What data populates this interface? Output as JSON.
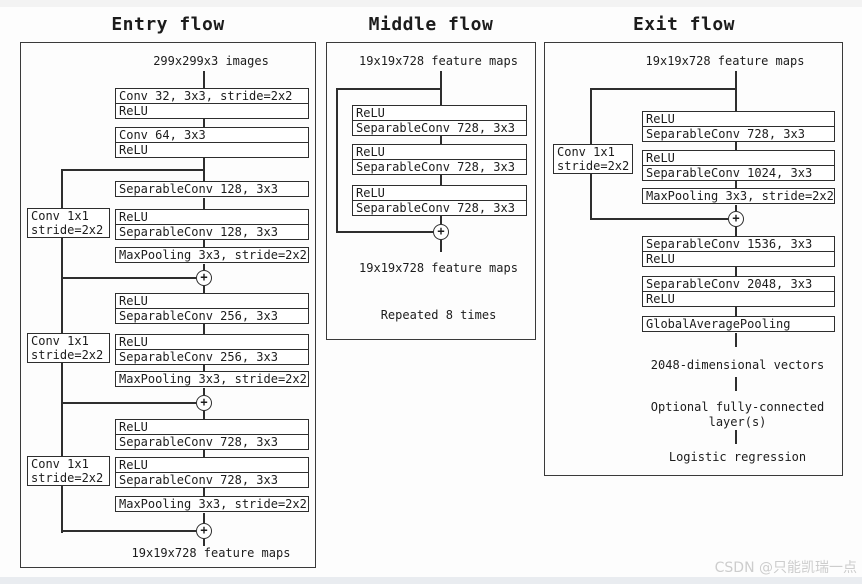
{
  "symbols": {
    "plus": "+"
  },
  "watermark": "CSDN @只能凯瑞一点",
  "entry": {
    "title": "Entry flow",
    "input_label": "299x299x3 images",
    "output_label": "19x19x728 feature maps",
    "boxes": [
      {
        "rows": [
          "Conv 32, 3x3, stride=2x2",
          "ReLU"
        ]
      },
      {
        "rows": [
          "Conv 64, 3x3",
          "ReLU"
        ]
      },
      {
        "rows": [
          "SeparableConv 128, 3x3"
        ]
      },
      {
        "rows": [
          "ReLU",
          "SeparableConv 128, 3x3"
        ]
      },
      {
        "rows": [
          "MaxPooling 3x3, stride=2x2"
        ]
      },
      {
        "rows": [
          "ReLU",
          "SeparableConv 256, 3x3"
        ]
      },
      {
        "rows": [
          "ReLU",
          "SeparableConv 256, 3x3"
        ]
      },
      {
        "rows": [
          "MaxPooling 3x3, stride=2x2"
        ]
      },
      {
        "rows": [
          "ReLU",
          "SeparableConv 728, 3x3"
        ]
      },
      {
        "rows": [
          "ReLU",
          "SeparableConv 728, 3x3"
        ]
      },
      {
        "rows": [
          "MaxPooling 3x3, stride=2x2"
        ]
      }
    ],
    "skips": [
      {
        "rows": [
          "Conv 1x1",
          "stride=2x2"
        ]
      },
      {
        "rows": [
          "Conv 1x1",
          "stride=2x2"
        ]
      },
      {
        "rows": [
          "Conv 1x1",
          "stride=2x2"
        ]
      }
    ]
  },
  "middle": {
    "title": "Middle flow",
    "input_label": "19x19x728 feature maps",
    "output_label": "19x19x728 feature maps",
    "note": "Repeated 8 times",
    "boxes": [
      {
        "rows": [
          "ReLU",
          "SeparableConv 728, 3x3"
        ]
      },
      {
        "rows": [
          "ReLU",
          "SeparableConv 728, 3x3"
        ]
      },
      {
        "rows": [
          "ReLU",
          "SeparableConv 728, 3x3"
        ]
      }
    ]
  },
  "exit": {
    "title": "Exit flow",
    "input_label": "19x19x728 feature maps",
    "skip": {
      "rows": [
        "Conv 1x1",
        "stride=2x2"
      ]
    },
    "boxes": [
      {
        "rows": [
          "ReLU",
          "SeparableConv 728, 3x3"
        ]
      },
      {
        "rows": [
          "ReLU",
          "SeparableConv 1024, 3x3"
        ]
      },
      {
        "rows": [
          "MaxPooling 3x3, stride=2x2"
        ]
      },
      {
        "rows": [
          "SeparableConv 1536, 3x3",
          "ReLU"
        ]
      },
      {
        "rows": [
          "SeparableConv 2048, 3x3",
          "ReLU"
        ]
      },
      {
        "rows": [
          "GlobalAveragePooling"
        ]
      }
    ],
    "vectors_label": "2048-dimensional vectors",
    "fc_label_line1": "Optional fully-connected",
    "fc_label_line2": "layer(s)",
    "logistic_label": "Logistic regression"
  }
}
